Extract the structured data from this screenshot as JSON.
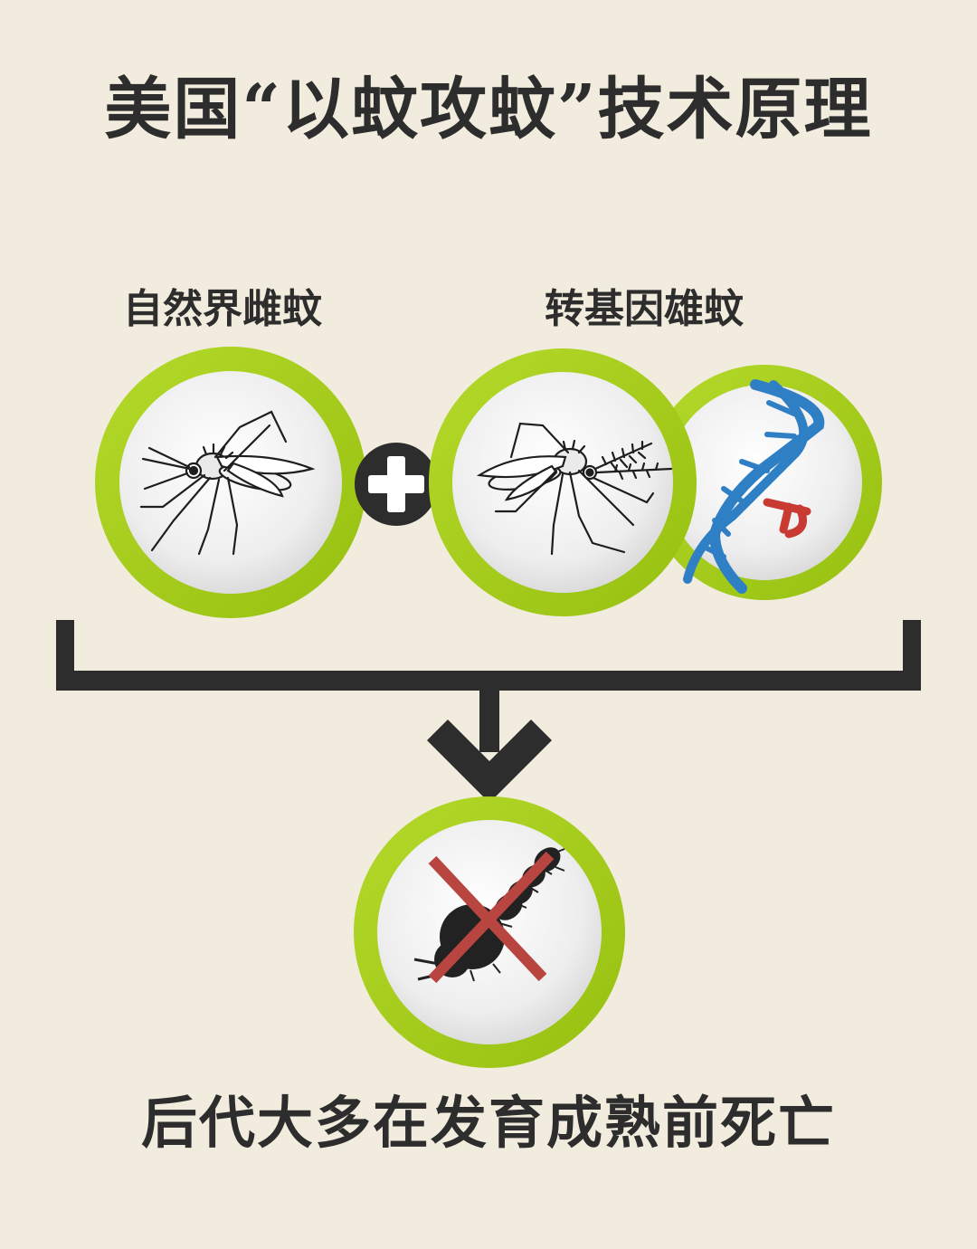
{
  "title": "美国“以蚊攻蚊”技术原理",
  "labels": {
    "female": "自然界雌蚊",
    "male": "转基因雄蚊"
  },
  "footer": "后代大多在发育成熟前死亡",
  "colors": {
    "background": "#f1ecdd",
    "ring": "#a6cf1c",
    "dark": "#2d2d2d",
    "dna_blue": "#2f7fc4",
    "dna_red": "#c83a32",
    "cross_red": "#b8453f"
  },
  "icons": {
    "female_mosquito": "female-mosquito-icon",
    "male_mosquito": "male-mosquito-icon",
    "dna": "dna-icon",
    "plus": "plus-icon",
    "arrow": "arrow-down-icon",
    "dead_larva": "crossed-larva-icon"
  }
}
